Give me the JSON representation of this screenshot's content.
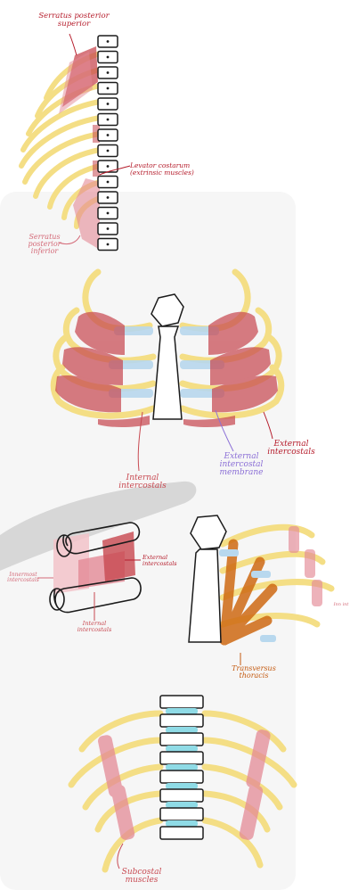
{
  "colors": {
    "rib": "#f4de85",
    "muscle_red": "#c84a52",
    "muscle_light": "#e48a96",
    "membrane_blue": "#b8d8ee",
    "disc_blue": "#8fdbe6",
    "transversus": "#cf6a14",
    "ink": "#1b1b1b",
    "label_red": "#b51c2b",
    "label_pink": "#d46a78",
    "label_purple": "#8b6fd6",
    "label_orange": "#c45a10"
  },
  "labels": {
    "serratus_superior": "Serratus posterior superior",
    "levator_costarum": "Levator costarum (extrinsic muscles)",
    "serratus_inferior": "Serratus posterior inferior",
    "internal_intercostals": "Internal intercostals",
    "external_membrane": "External intercostal membrane",
    "external_intercostals": "External intercostals",
    "innermost_intercostals": "Innermost intercostals",
    "external_intercostals_small": "External intercostals",
    "internal_intercostals_small": "Internal intercostals",
    "transversus_thoracis": "Transversus thoracis",
    "small_side_label": "Inn int",
    "subcostal_muscles": "Subcostal muscles"
  },
  "icons": [
    "vertebral-column",
    "rib-cage",
    "sternum",
    "rib-cross-section",
    "spine-segment"
  ]
}
